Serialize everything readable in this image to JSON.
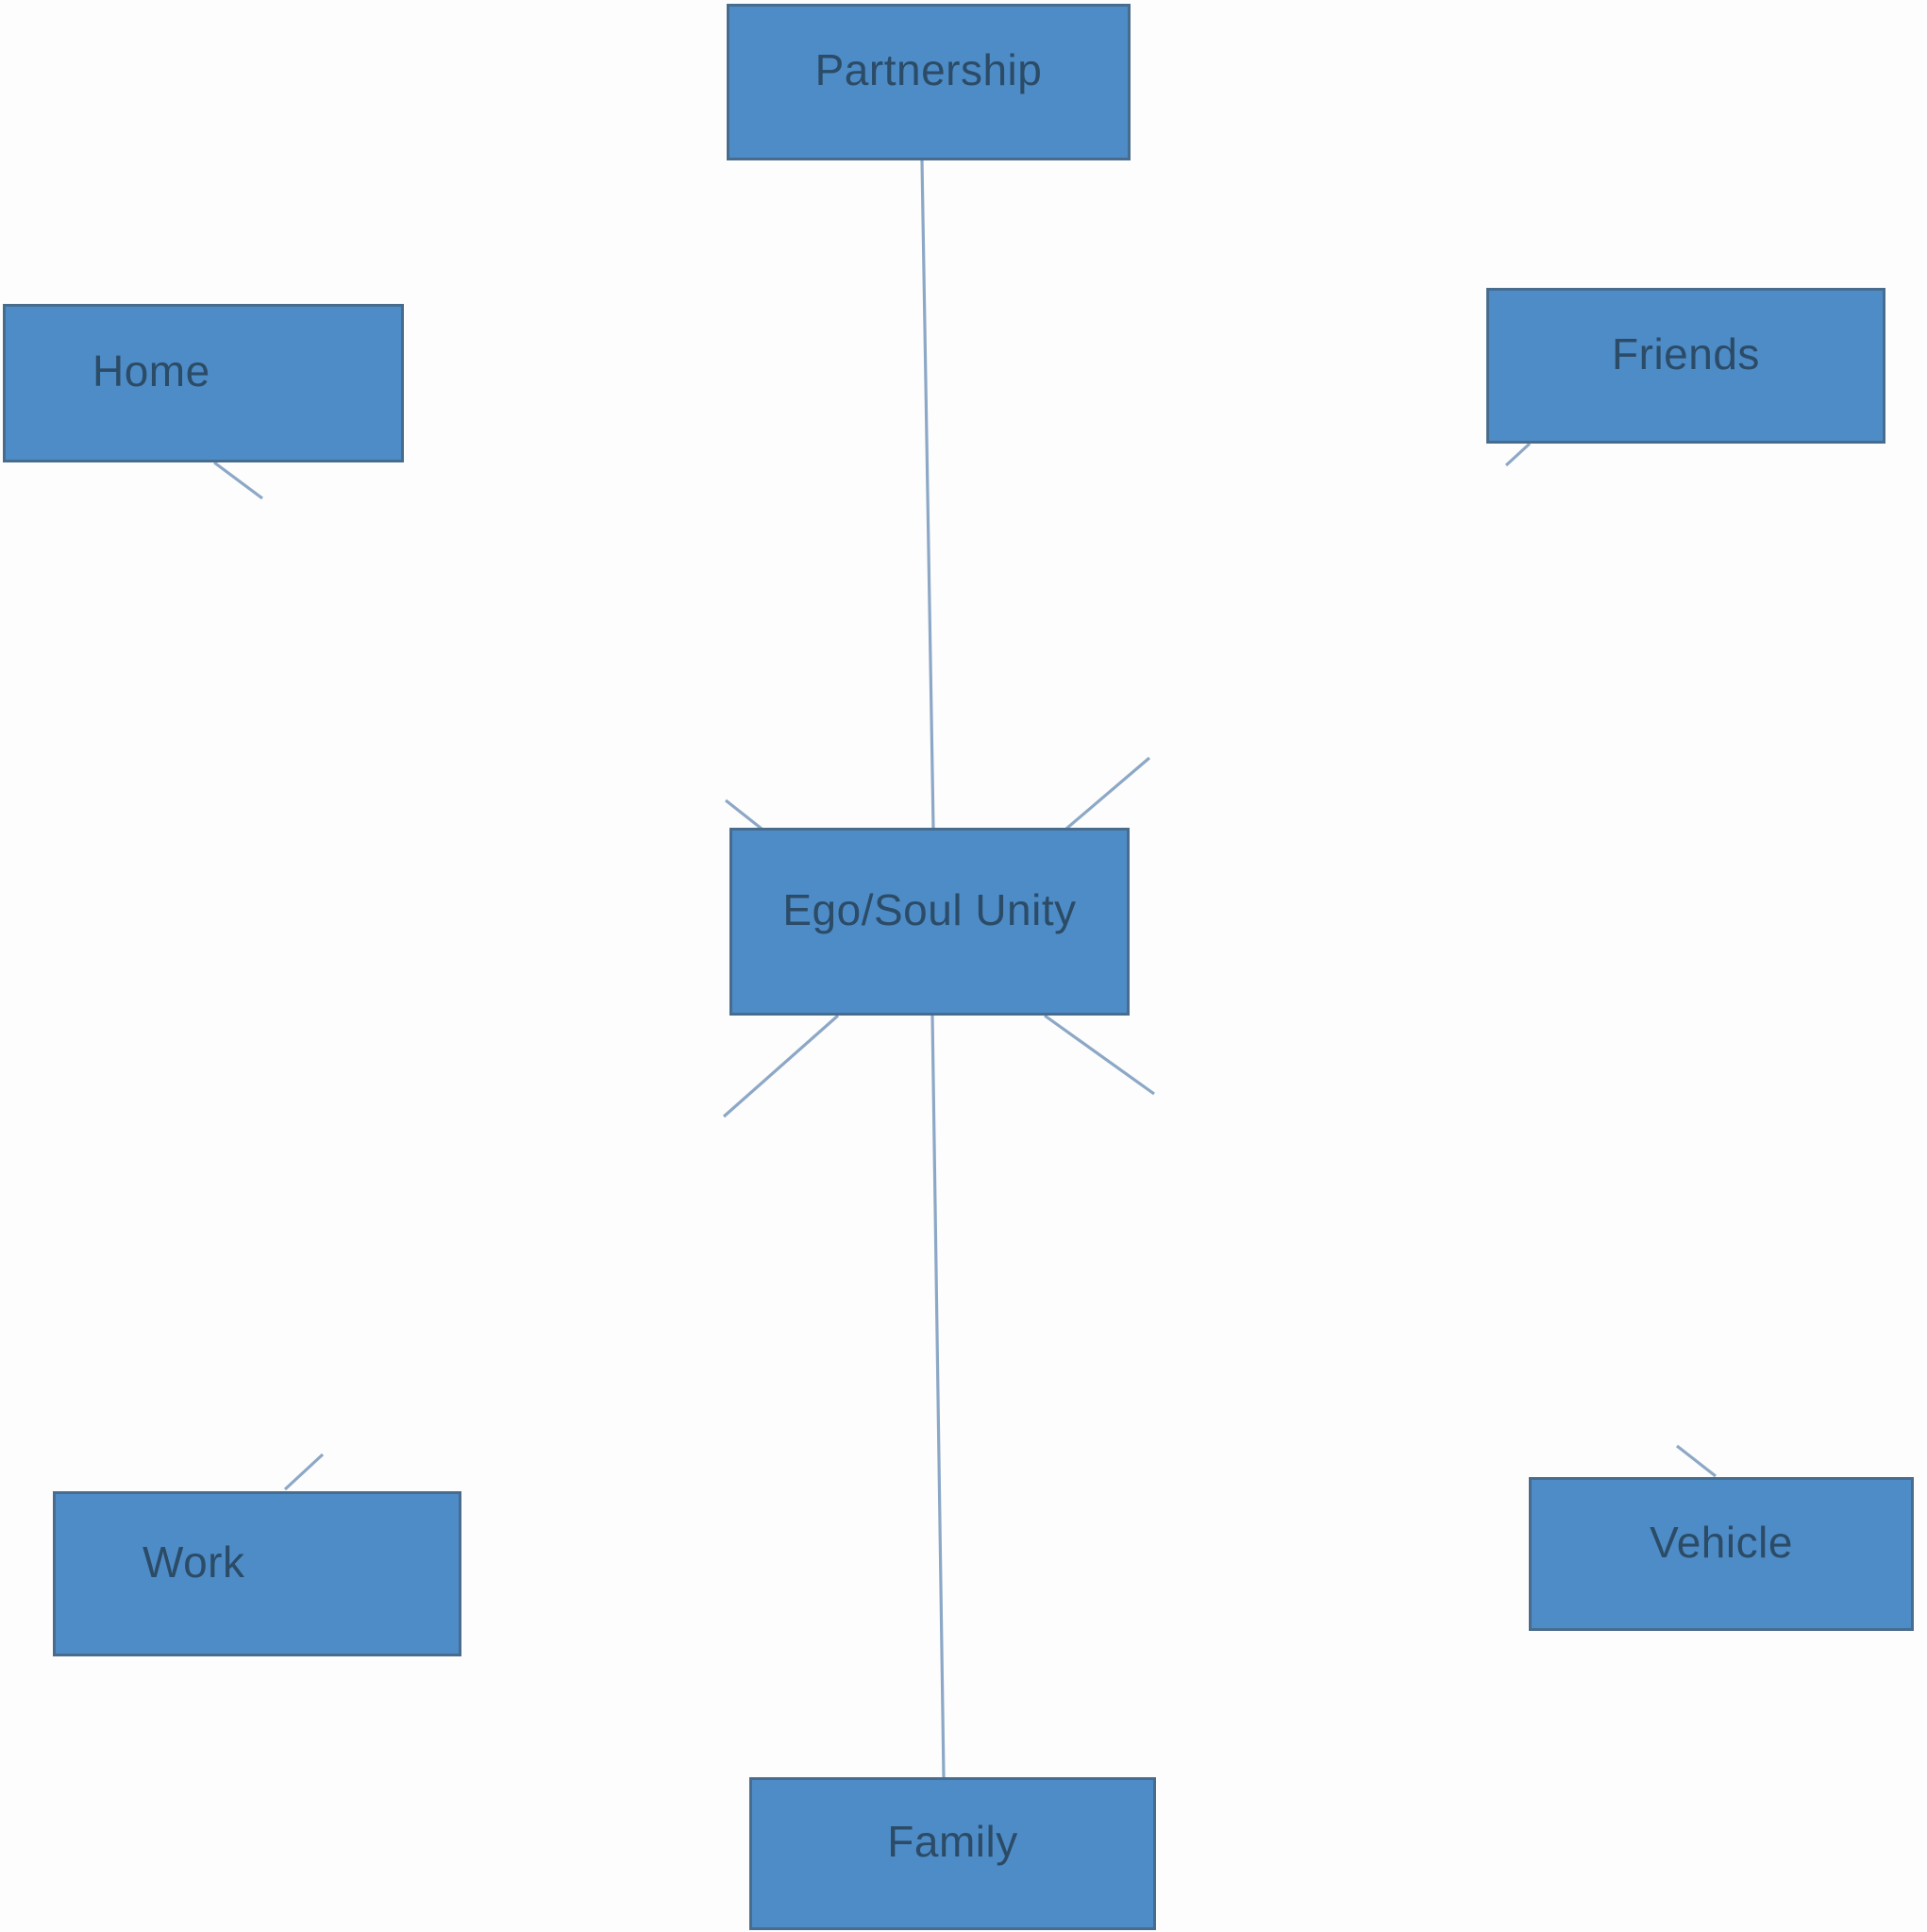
{
  "diagram": {
    "center": {
      "id": "center",
      "label": "Ego/Soul Unity"
    },
    "nodes": [
      {
        "id": "partnership",
        "label": "Partnership",
        "position": "top"
      },
      {
        "id": "home",
        "label": "Home",
        "position": "upper-left"
      },
      {
        "id": "friends",
        "label": "Friends",
        "position": "upper-right"
      },
      {
        "id": "work",
        "label": "Work",
        "position": "lower-left"
      },
      {
        "id": "vehicle",
        "label": "Vehicle",
        "position": "lower-right"
      },
      {
        "id": "family",
        "label": "Family",
        "position": "bottom"
      }
    ],
    "connections": [
      {
        "from": "partnership",
        "to": "center"
      },
      {
        "from": "home",
        "to": "center"
      },
      {
        "from": "friends",
        "to": "center"
      },
      {
        "from": "work",
        "to": "center"
      },
      {
        "from": "vehicle",
        "to": "center"
      },
      {
        "from": "family",
        "to": "center"
      }
    ]
  },
  "colors": {
    "box_fill": "#4e8cc7",
    "box_border": "#486c8e",
    "box_text": "#2b4b66",
    "connector": "#8ca8c6",
    "background": "#fdfdfd"
  }
}
